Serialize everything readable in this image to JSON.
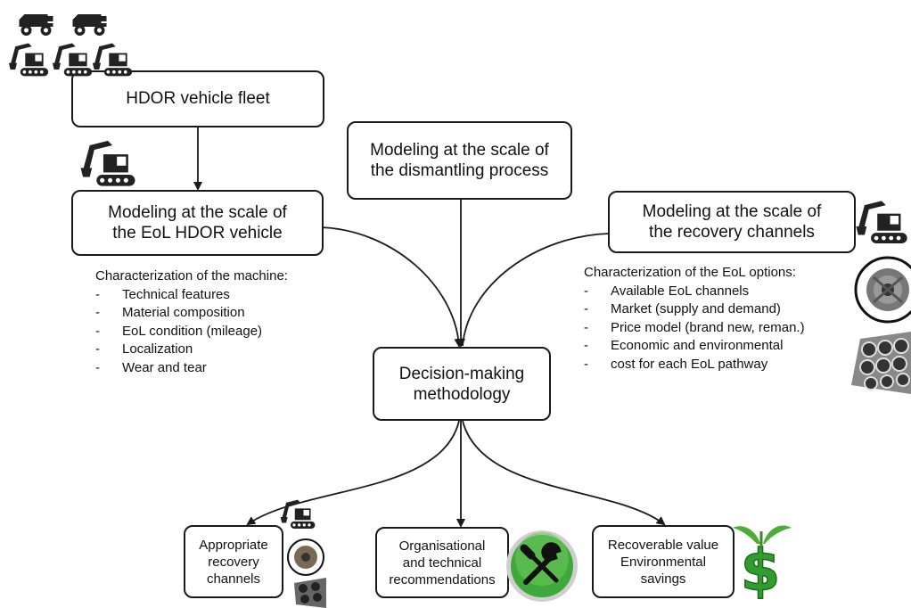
{
  "boxes": {
    "fleet": "HDOR vehicle fleet",
    "vehicle_scale": [
      "Modeling at the scale of",
      "the EoL HDOR vehicle"
    ],
    "dismantling_scale": [
      "Modeling at the scale of",
      "the dismantling process"
    ],
    "recovery_scale": [
      "Modeling at the scale of",
      "the recovery channels"
    ],
    "decision": [
      "Decision-making",
      "methodology"
    ],
    "output_channels": [
      "Appropriate",
      "recovery",
      "channels"
    ],
    "output_recommendations": [
      "Organisational",
      "and technical",
      "recommendations"
    ],
    "output_value": [
      "Recoverable value",
      "Environmental",
      "savings"
    ]
  },
  "machine_characterization": {
    "heading": "Characterization of the machine:",
    "items": [
      "Technical features",
      "Material composition",
      "EoL condition (mileage)",
      "Localization",
      "Wear and tear"
    ]
  },
  "eol_characterization": {
    "heading": "Characterization of the EoL options:",
    "items": [
      "Available EoL channels",
      "Market (supply and demand)",
      "Price model (brand new, reman.)",
      "Economic and environmental",
      "cost for each EoL pathway"
    ]
  },
  "colors": {
    "stroke": "#1a1a1a",
    "wrench_green": "#3fa83a",
    "dollar_green": "#2f9e2f"
  },
  "icons": [
    "dump-truck-icon",
    "excavator-icon",
    "alternator-icon",
    "steel-pipes-icon",
    "wrench-screwdriver-icon",
    "dollar-plant-icon"
  ]
}
